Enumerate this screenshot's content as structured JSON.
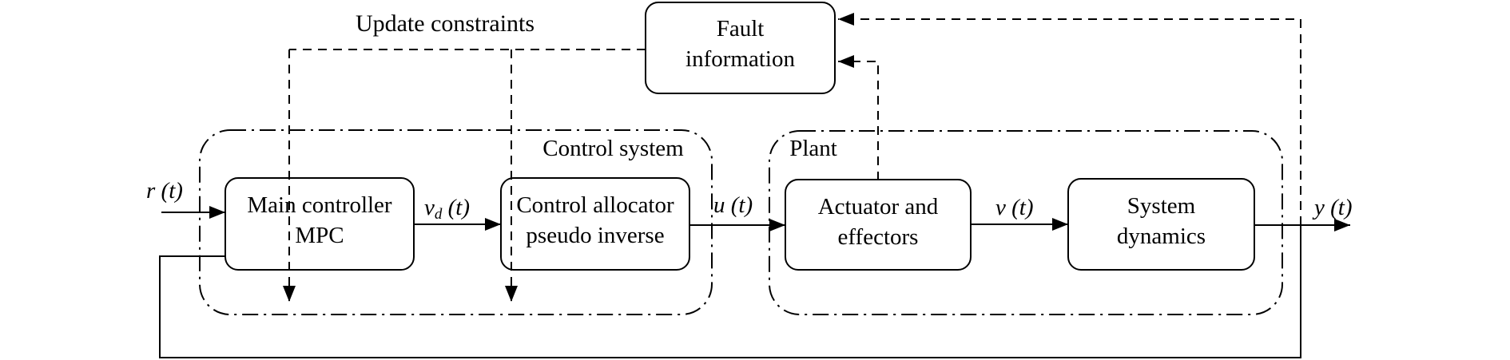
{
  "diagram": {
    "labels": {
      "update_constraints": "Update constraints",
      "control_system": "Control system",
      "plant": "Plant"
    },
    "nodes": {
      "fault_information": {
        "line1": "Fault",
        "line2": "information"
      },
      "main_controller": {
        "line1": "Main controller",
        "line2": "MPC"
      },
      "control_allocator": {
        "line1": "Control allocator",
        "line2": "pseudo inverse"
      },
      "actuator": {
        "line1": "Actuator and",
        "line2": "effectors"
      },
      "system_dynamics": {
        "line1": "System",
        "line2": "dynamics"
      }
    },
    "signals": {
      "r": {
        "base": "r",
        "suffix": " (t)"
      },
      "vd": {
        "base": "v",
        "sub": "d",
        "suffix": " (t)"
      },
      "u": {
        "base": "u",
        "suffix": " (t)"
      },
      "v": {
        "base": "v",
        "suffix": " (t)"
      },
      "y": {
        "base": "y",
        "suffix": " (t)"
      }
    },
    "colors": {
      "line": "#000000",
      "background": "#ffffff"
    }
  }
}
